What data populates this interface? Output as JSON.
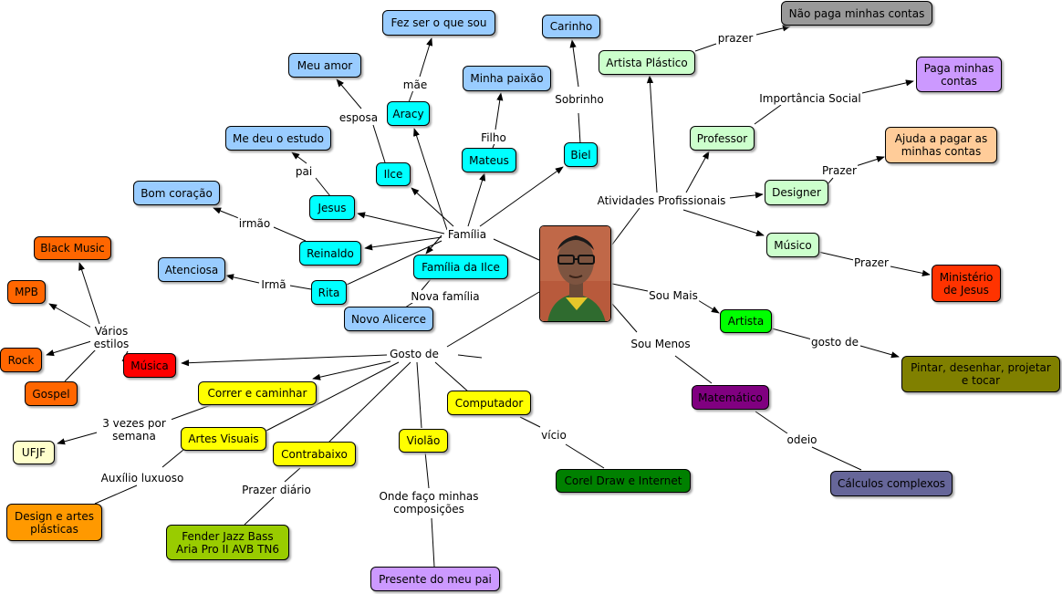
{
  "concepts": {
    "familia": "Família",
    "ativ_prof": "Atividades Profissionais",
    "gosto_de": "Gosto de",
    "nao_paga": "Não paga minhas contas",
    "fez_ser": "Fez ser o que sou",
    "carinho": "Carinho",
    "meu_amor": "Meu amor",
    "minha_paixao": "Minha paixão",
    "artista_plastico": "Artista Plástico",
    "paga_contas": "Paga minhas contas",
    "aracy": "Aracy",
    "me_deu_estudo": "Me deu o estudo",
    "ajuda_pagar": "Ajuda a pagar as minhas contas",
    "professor": "Professor",
    "mateus": "Mateus",
    "biel": "Biel",
    "ilce": "Ilce",
    "bom_coracao": "Bom coração",
    "designer": "Designer",
    "jesus": "Jesus",
    "musico": "Músico",
    "black_music": "Black Music",
    "reinaldo": "Reinaldo",
    "atenciosa": "Atenciosa",
    "familia_ilce": "Família da Ilce",
    "ministerio": "Ministério de Jesus",
    "mpb": "MPB",
    "rita": "Rita",
    "novo_alicerce": "Novo Alicerce",
    "artista": "Artista",
    "rock": "Rock",
    "musica": "Música",
    "pintar": "Pintar, desenhar, projetar e tocar",
    "correr": "Correr e caminhar",
    "gospel": "Gospel",
    "matematico": "Matemático",
    "computador": "Computador",
    "artes_visuais": "Artes Visuais",
    "violao": "Violão",
    "ufjf": "UFJF",
    "contrabaixo": "Contrabaixo",
    "corel": "Corel Draw e Internet",
    "calculos": "Cálculos complexos",
    "design_artes": "Design e artes plásticas",
    "fender": "Fender Jazz Bass Aria Pro II AVB TN6",
    "presente": "Presente do meu pai"
  },
  "links": {
    "prazer1": "prazer",
    "mae": "mãe",
    "sobrinho": "Sobrinho",
    "importancia": "Importância Social",
    "esposa": "esposa",
    "filho": "Filho",
    "prazer2": "Prazer",
    "pai": "pai",
    "irmao": "irmão",
    "irma": "Irmã",
    "prazer3": "Prazer",
    "nova_familia": "Nova família",
    "sou_mais": "Sou Mais",
    "varios": "Vários estilos",
    "sou_menos": "Sou Menos",
    "gosto_de2": "gosto de",
    "tres_vezes": "3 vezes por semana",
    "vicio": "vício",
    "odeio": "odeio",
    "auxilio": "Auxílio luxuoso",
    "prazer_diario": "Prazer diário",
    "onde_faco": "Onde faço minhas composições"
  },
  "colors": {
    "light_blue": "#99ccff",
    "cyan": "#00ffff",
    "light_green": "#ccffcc",
    "gray": "#999999",
    "lavender": "#cc99ff",
    "peach": "#ffcc99",
    "red": "#ff0000",
    "orange": "#ff6600",
    "orange2": "#ff9900",
    "bright_green": "#00ff00",
    "yellow": "#ffff00",
    "olive": "#808000",
    "purple": "#800080",
    "dark_green": "#008000",
    "slate": "#666699",
    "yellowgreen": "#99cc00",
    "cream": "#ffffcc",
    "red_orange": "#ff3300"
  },
  "icons": {
    "photo": "person-photo"
  }
}
